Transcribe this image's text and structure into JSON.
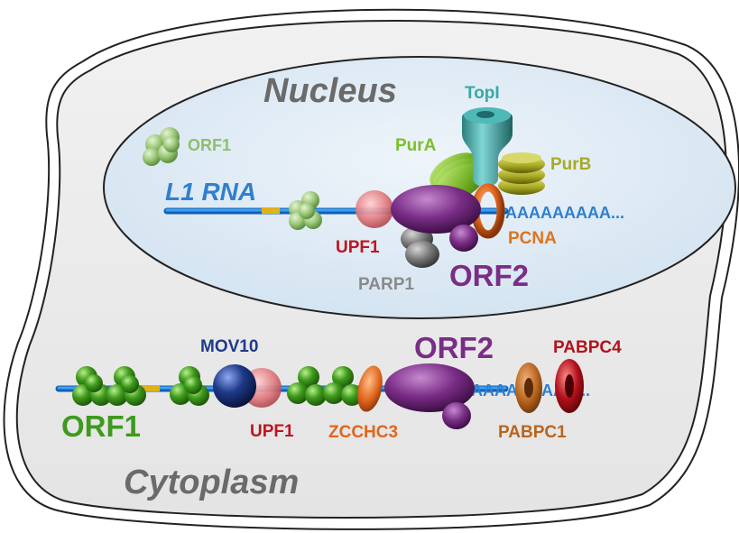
{
  "compartments": {
    "nucleus": "Nucleus",
    "cytoplasm": "Cytoplasm"
  },
  "nucleus": {
    "l1_rna": "L1 RNA",
    "orf1": "ORF1",
    "topi": "TopI",
    "pura": "PurA",
    "purb": "PurB",
    "polya": "AAAAAAAAA...",
    "pcna": "PCNA",
    "upf1": "UPF1",
    "parp1": "PARP1",
    "orf2": "ORF2"
  },
  "cytoplasm": {
    "mov10": "MOV10",
    "orf2": "ORF2",
    "pabpc4": "PABPC4",
    "polya": "AAAAAAAAA...",
    "orf1": "ORF1",
    "upf1": "UPF1",
    "zcchc3": "ZCCHC3",
    "pabpc1": "PABPC1"
  },
  "colors": {
    "rna_line": "#2f8fe0",
    "orf1_light": "#8fbf6a",
    "orf1_dark": "#3e9a1e",
    "orf2": "#7a2d86",
    "upf1": "#d96a6e",
    "mov10": "#1f3a8a",
    "pcna": "#e0731a",
    "zcchc3": "#e0661e",
    "pabpc1": "#b8651f",
    "pabpc4": "#b3121c",
    "parp1": "#6f6f6f",
    "pura": "#7bbf2a",
    "purb": "#b1b228",
    "topi": "#3aa7a6"
  }
}
